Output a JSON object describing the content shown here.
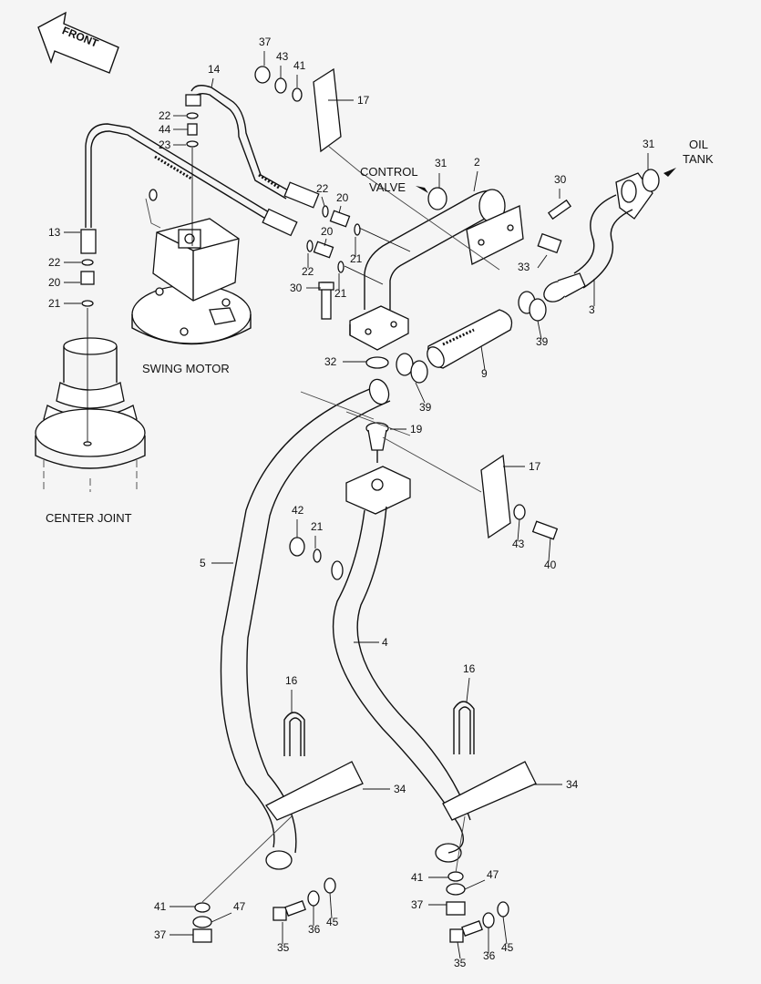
{
  "diagram": {
    "front_label": "FRONT",
    "captions": {
      "control_valve_line1": "CONTROL",
      "control_valve_line2": "VALVE",
      "oil_tank_line1": "OIL",
      "oil_tank_line2": "TANK",
      "swing_motor": "SWING MOTOR",
      "center_joint": "CENTER JOINT"
    },
    "callouts": [
      {
        "id": "c37a",
        "num": "37"
      },
      {
        "id": "c43a",
        "num": "43"
      },
      {
        "id": "c41a",
        "num": "41"
      },
      {
        "id": "c14",
        "num": "14"
      },
      {
        "id": "c17a",
        "num": "17"
      },
      {
        "id": "c22a",
        "num": "22"
      },
      {
        "id": "c44",
        "num": "44"
      },
      {
        "id": "c23",
        "num": "23"
      },
      {
        "id": "c31a",
        "num": "31"
      },
      {
        "id": "c2",
        "num": "2"
      },
      {
        "id": "c31b",
        "num": "31"
      },
      {
        "id": "c30a",
        "num": "30"
      },
      {
        "id": "c22b",
        "num": "22"
      },
      {
        "id": "c20a",
        "num": "20"
      },
      {
        "id": "c20b",
        "num": "20"
      },
      {
        "id": "c21a",
        "num": "21"
      },
      {
        "id": "c22c",
        "num": "22"
      },
      {
        "id": "c30b",
        "num": "30"
      },
      {
        "id": "c21b",
        "num": "21"
      },
      {
        "id": "c33",
        "num": "33"
      },
      {
        "id": "c3",
        "num": "3"
      },
      {
        "id": "c39a",
        "num": "39"
      },
      {
        "id": "c13",
        "num": "13"
      },
      {
        "id": "c22d",
        "num": "22"
      },
      {
        "id": "c20c",
        "num": "20"
      },
      {
        "id": "c21c",
        "num": "21"
      },
      {
        "id": "c32",
        "num": "32"
      },
      {
        "id": "c9",
        "num": "9"
      },
      {
        "id": "c39b",
        "num": "39"
      },
      {
        "id": "c19",
        "num": "19"
      },
      {
        "id": "c17b",
        "num": "17"
      },
      {
        "id": "c42",
        "num": "42"
      },
      {
        "id": "c21d",
        "num": "21"
      },
      {
        "id": "c43b",
        "num": "43"
      },
      {
        "id": "c40",
        "num": "40"
      },
      {
        "id": "c5",
        "num": "5"
      },
      {
        "id": "c4",
        "num": "4"
      },
      {
        "id": "c16a",
        "num": "16"
      },
      {
        "id": "c16b",
        "num": "16"
      },
      {
        "id": "c34a",
        "num": "34"
      },
      {
        "id": "c34b",
        "num": "34"
      },
      {
        "id": "c41b",
        "num": "41"
      },
      {
        "id": "c47a",
        "num": "47"
      },
      {
        "id": "c37b",
        "num": "37"
      },
      {
        "id": "c35a",
        "num": "35"
      },
      {
        "id": "c36a",
        "num": "36"
      },
      {
        "id": "c45a",
        "num": "45"
      },
      {
        "id": "c41c",
        "num": "41"
      },
      {
        "id": "c47b",
        "num": "47"
      },
      {
        "id": "c37c",
        "num": "37"
      },
      {
        "id": "c35b",
        "num": "35"
      },
      {
        "id": "c36b",
        "num": "36"
      },
      {
        "id": "c45b",
        "num": "45"
      }
    ]
  }
}
